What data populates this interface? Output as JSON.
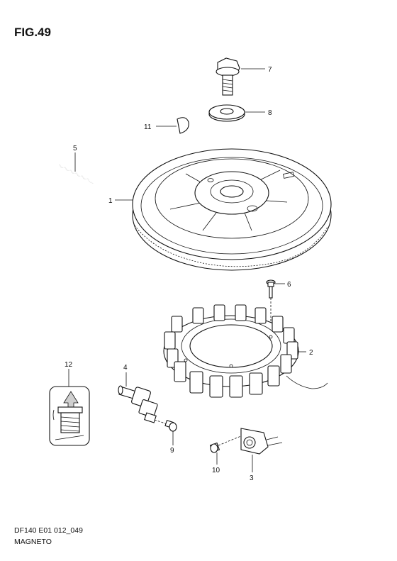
{
  "figure": {
    "title": "FIG.49"
  },
  "footer": {
    "code": "DF140 E01 012_049",
    "name": "MAGNETO"
  },
  "callouts": [
    {
      "id": "c1",
      "text": "1"
    },
    {
      "id": "c2",
      "text": "2"
    },
    {
      "id": "c3",
      "text": "3"
    },
    {
      "id": "c4",
      "text": "4"
    },
    {
      "id": "c5",
      "text": "5"
    },
    {
      "id": "c6",
      "text": "6"
    },
    {
      "id": "c7",
      "text": "7"
    },
    {
      "id": "c8",
      "text": "8"
    },
    {
      "id": "c9",
      "text": "9"
    },
    {
      "id": "c10",
      "text": "10"
    },
    {
      "id": "c11",
      "text": "11"
    },
    {
      "id": "c12",
      "text": "12"
    }
  ]
}
